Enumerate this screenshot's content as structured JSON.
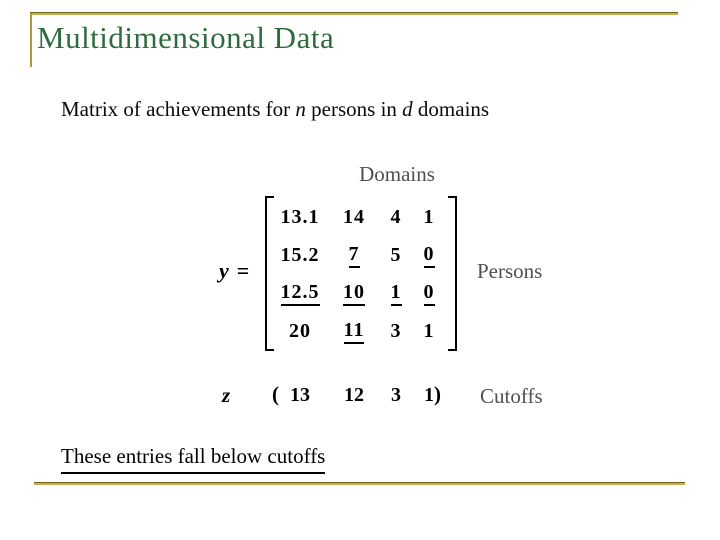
{
  "title": "Multidimensional Data",
  "subtitle": {
    "pre": "Matrix of achievements for ",
    "var_n": "n",
    "mid": " persons in ",
    "var_d": "d",
    "post": " domains"
  },
  "matrix": {
    "top_label": "Domains",
    "right_label": "Persons",
    "lhs": "y",
    "eq": "=",
    "rows": [
      [
        {
          "v": "13.1",
          "u": false
        },
        {
          "v": "14",
          "u": false
        },
        {
          "v": "4",
          "u": false
        },
        {
          "v": "1",
          "u": false
        }
      ],
      [
        {
          "v": "15.2",
          "u": false
        },
        {
          "v": "7",
          "u": true
        },
        {
          "v": "5",
          "u": false
        },
        {
          "v": "0",
          "u": true
        }
      ],
      [
        {
          "v": "12.5",
          "u": true
        },
        {
          "v": "10",
          "u": true
        },
        {
          "v": "1",
          "u": true
        },
        {
          "v": "0",
          "u": true
        }
      ],
      [
        {
          "v": "20",
          "u": false
        },
        {
          "v": "11",
          "u": true
        },
        {
          "v": "3",
          "u": false
        },
        {
          "v": "1",
          "u": false
        }
      ]
    ]
  },
  "cutoffs": {
    "lhs": "z",
    "open": "(",
    "values": [
      "13",
      "12",
      "3",
      "1"
    ],
    "close": ")",
    "label": "Cutoffs"
  },
  "note": "These entries fall below cutoffs",
  "colors": {
    "title_green": "#2f6b3f",
    "rule_gold": "#c2b052",
    "rule_gold_dark": "#6e6319",
    "label_gray": "#4f4f4f",
    "text_black": "#000000"
  }
}
